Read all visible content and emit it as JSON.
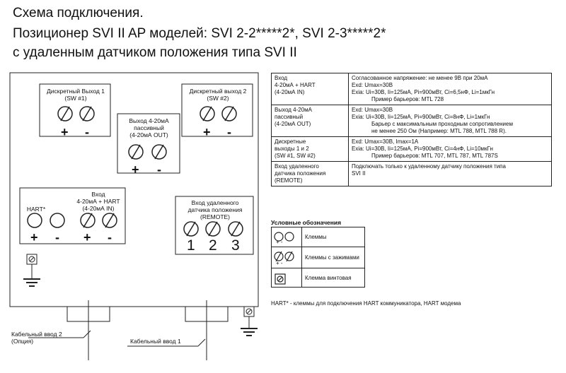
{
  "title": {
    "line1": "Схема подключения.",
    "line2": "Позиционер SVI II AP моделей: SVI 2-2*****2*, SVI 2-3*****2*",
    "line3": "с удаленным датчиком положения типа SVI II"
  },
  "diagram": {
    "sw1": {
      "line1": "Дискретный Выход 1",
      "line2": "(SW #1)",
      "plus": "+",
      "minus": "-"
    },
    "sw2": {
      "line1": "Дискретный выход 2",
      "line2": "(SW #2)",
      "plus": "+",
      "minus": "-"
    },
    "out": {
      "line1": "Выход 4-20мА",
      "line2": "пассивный",
      "line3": "(4-20мА OUT)",
      "plus": "+",
      "minus": "-"
    },
    "input": {
      "hart": "HART*",
      "line1": "Вход",
      "line2": "4-20мА + HART",
      "line3": "(4-20мА IN)",
      "plus1": "+",
      "minus1": "-",
      "plus2": "+",
      "minus2": "-"
    },
    "remote": {
      "line1": "Вход удаленного",
      "line2": "датчика положения",
      "line3": "(REMOTE)",
      "n1": "1",
      "n2": "2",
      "n3": "3"
    },
    "cable2": {
      "line1": "Кабельный ввод 2",
      "line2": "(Опция)"
    },
    "cable1": "Кабельный ввод 1"
  },
  "spec_table": [
    {
      "left": [
        "Вход",
        "4-20мА + HART",
        "(4-20мА IN)"
      ],
      "right": [
        "Согласованное напряжение: не менее 9В при 20мА",
        "Exd:  Umax=30В",
        "Exia: Ui=30В, Ii=125мА, Pi=900мВт, Ci=6,5нФ, Li=1мкГн",
        "Пример барьеров: MTL 728"
      ]
    },
    {
      "left": [
        "Выход 4-20мА",
        "пассивный",
        "(4-20мА OUT)"
      ],
      "right": [
        "Exd:  Umax=30В",
        "Exia: Ui=30В, Ii=125мА, Pi=900мВт, Ci=8нФ, Li=1мкГн",
        "Барьер с максимальным проходным сопротивлением",
        "не менее 250 Ом (Например: MTL 788, MTL 788 R)."
      ]
    },
    {
      "left": [
        "Дискретные",
        "выходы 1 и 2",
        "(SW #1, SW #2)"
      ],
      "right": [
        "Exd:  Umax=30В, Imax=1А",
        "Exia: Ui=30В, Ii=125мА, Pi=900мВт, Ci=4нФ, Li=10мкГн",
        "Пример барьеров: MTL 707, MTL 787, MTL 787S"
      ]
    },
    {
      "left": [
        "Вход удаленного",
        "датчика положения",
        "(REMOTE)"
      ],
      "right": [
        "Подключать только к удаленному датчику положения типа",
        "SVI II"
      ]
    }
  ],
  "legend": {
    "title": "Условные обозначения",
    "rows": [
      {
        "label": "Клеммы",
        "sub": "+  -"
      },
      {
        "label": "Клеммы с зажимами",
        "sub": "+  -"
      },
      {
        "label": "Клемма винтовая"
      }
    ]
  },
  "footnote": "HART* - клеммы для подключения HART коммуникатора, HART модема"
}
